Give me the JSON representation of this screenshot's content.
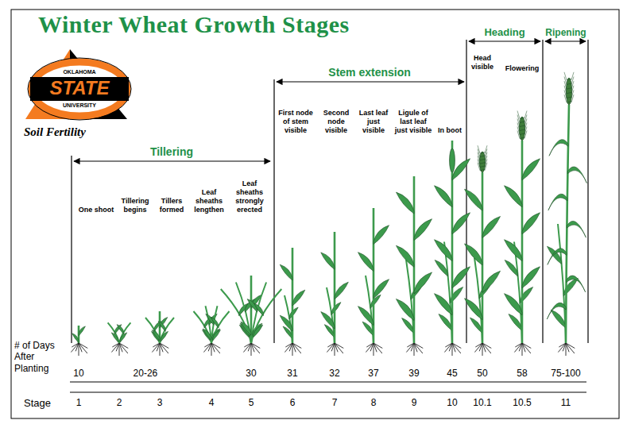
{
  "diagram": {
    "title": "Winter Wheat Growth Stages",
    "labels": [
      "OKLAHOMA",
      "STATE",
      "UNIVERSITY",
      "Soil Fertility",
      "Tillering",
      "Stem extension",
      "Heading",
      "Ripening",
      "One shoot",
      "Tillering begins",
      "Tillers formed",
      "Leaf sheaths lengthen",
      "Leaf sheaths strongly erected",
      "First node of stem visible",
      "Second node visible",
      "Last leaf just visible",
      "Ligule of last leaf just visible",
      "In boot",
      "Head visible",
      "Flowering",
      "# of Days After Planting",
      "10",
      "20-26",
      "30",
      "31",
      "32",
      "37",
      "39",
      "45",
      "50",
      "58",
      "75-100",
      "Stage",
      "1",
      "2",
      "3",
      "4",
      "5",
      "6",
      "7",
      "8",
      "9",
      "10",
      "10.1",
      "10.5",
      "11"
    ]
  }
}
